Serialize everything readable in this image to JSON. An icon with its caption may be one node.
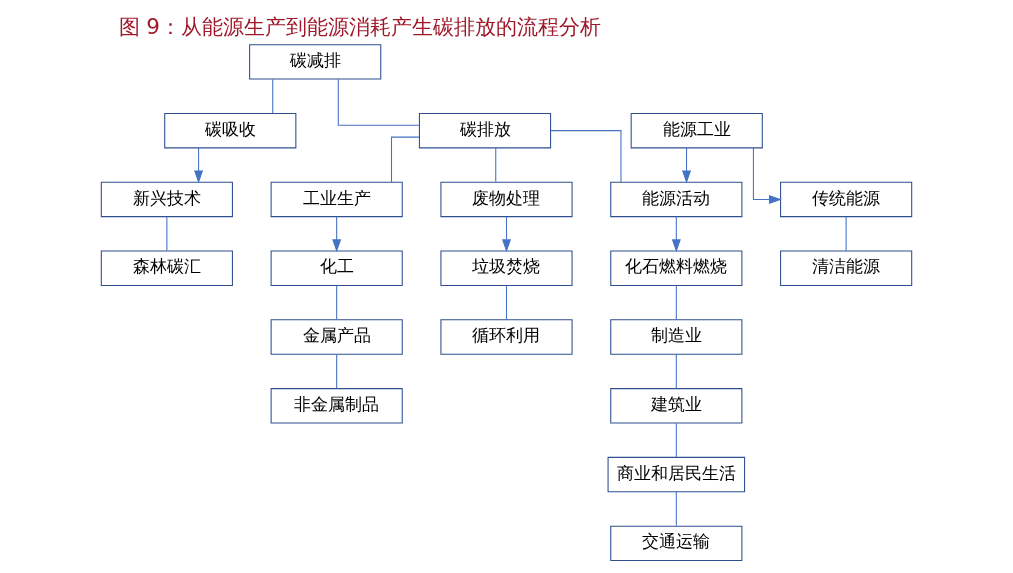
{
  "diagram": {
    "title": "图 9：从能源生产到能源消耗产生碳排放的流程分析",
    "nodes": [
      {
        "text": [
          "碳减排"
        ]
      },
      {
        "text": [
          "能源工业"
        ]
      },
      {
        "text": [
          "碳排放"
        ]
      },
      {
        "text": [
          "碳吸收"
        ]
      },
      {
        "text": [
          "传统能源"
        ]
      },
      {
        "text": [
          "清洁能源"
        ]
      },
      {
        "text": [
          "能源活动"
        ]
      },
      {
        "text": [
          "化石燃料燃烧"
        ]
      },
      {
        "text": [
          "制造业"
        ]
      },
      {
        "text": [
          "建筑业"
        ]
      },
      {
        "text": [
          "商业和居民生活"
        ]
      },
      {
        "text": [
          "交通运输"
        ]
      },
      {
        "text": [
          "工业生产"
        ]
      },
      {
        "text": [
          "化工"
        ]
      },
      {
        "text": [
          "金属产品"
        ]
      },
      {
        "text": [
          "非金属制品"
        ]
      },
      {
        "text": [
          "废物处理"
        ]
      },
      {
        "text": [
          "垃圾焚烧"
        ]
      },
      {
        "text": [
          "循环利用"
        ]
      },
      {
        "text": [
          "新兴技术"
        ]
      },
      {
        "text": [
          "森林碳汇"
        ]
      }
    ],
    "edges": [
      {
        "from": 0,
        "to": 2,
        "arrow": "none"
      },
      {
        "from": 0,
        "to": 3,
        "arrow": "none"
      },
      {
        "from": 1,
        "to": 4,
        "arrow": "to"
      },
      {
        "from": 4,
        "to": 5,
        "arrow": "none"
      },
      {
        "from": 1,
        "to": 6,
        "arrow": "to"
      },
      {
        "from": 2,
        "to": 6,
        "arrow": "none"
      },
      {
        "from": 2,
        "to": 12,
        "arrow": "none"
      },
      {
        "from": 2,
        "to": 16,
        "arrow": "none"
      },
      {
        "from": 6,
        "to": 7,
        "arrow": "to"
      },
      {
        "from": 7,
        "to": 8,
        "arrow": "none"
      },
      {
        "from": 8,
        "to": 9,
        "arrow": "none"
      },
      {
        "from": 9,
        "to": 10,
        "arrow": "none"
      },
      {
        "from": 10,
        "to": 11,
        "arrow": "none"
      },
      {
        "from": 12,
        "to": 13,
        "arrow": "to"
      },
      {
        "from": 13,
        "to": 14,
        "arrow": "none"
      },
      {
        "from": 14,
        "to": 15,
        "arrow": "none"
      },
      {
        "from": 16,
        "to": 17,
        "arrow": "to"
      },
      {
        "from": 17,
        "to": 18,
        "arrow": "none"
      },
      {
        "from": 3,
        "to": 19,
        "arrow": "to"
      },
      {
        "from": 19,
        "to": 20,
        "arrow": "none"
      }
    ]
  }
}
